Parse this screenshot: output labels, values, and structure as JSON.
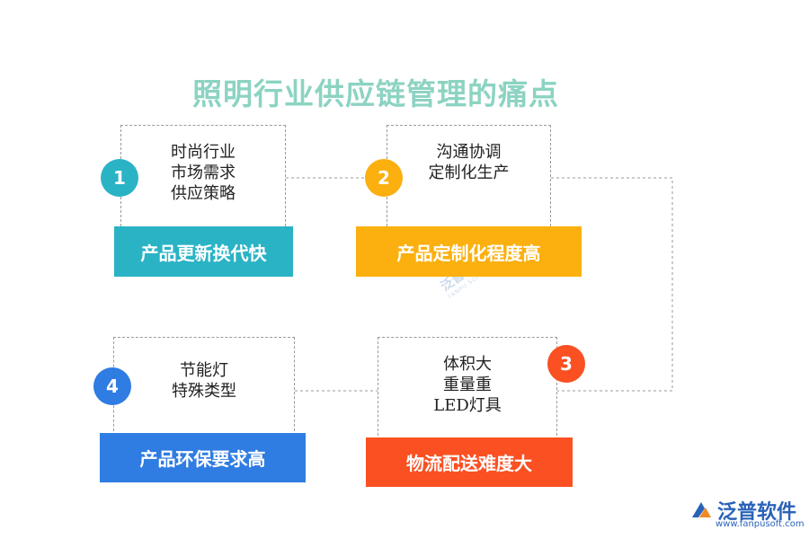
{
  "title": "照明行业供应链管理的痛点",
  "colors": {
    "teal": "#2ab3c5",
    "orange": "#fbb00f",
    "red": "#fa5022",
    "blue": "#2f7ce2",
    "title": "#8cd3c2"
  },
  "items": [
    {
      "number": "1",
      "lines": [
        "时尚行业",
        "市场需求",
        "供应策略"
      ],
      "label": "产品更新换代快"
    },
    {
      "number": "2",
      "lines": [
        "沟通协调",
        "定制化生产"
      ],
      "label": "产品定制化程度高"
    },
    {
      "number": "3",
      "lines": [
        "体积大",
        "重量重",
        "LED灯具"
      ],
      "label": "物流配送难度大"
    },
    {
      "number": "4",
      "lines": [
        "节能灯",
        "特殊类型"
      ],
      "label": "产品环保要求高"
    }
  ],
  "watermark": {
    "cn": "泛普软件",
    "en": "FANPU SOFTWARE"
  },
  "logo": {
    "icon": "fanpu-logo-icon",
    "name": "泛普软件",
    "url": "www.fanpusoft.com"
  }
}
